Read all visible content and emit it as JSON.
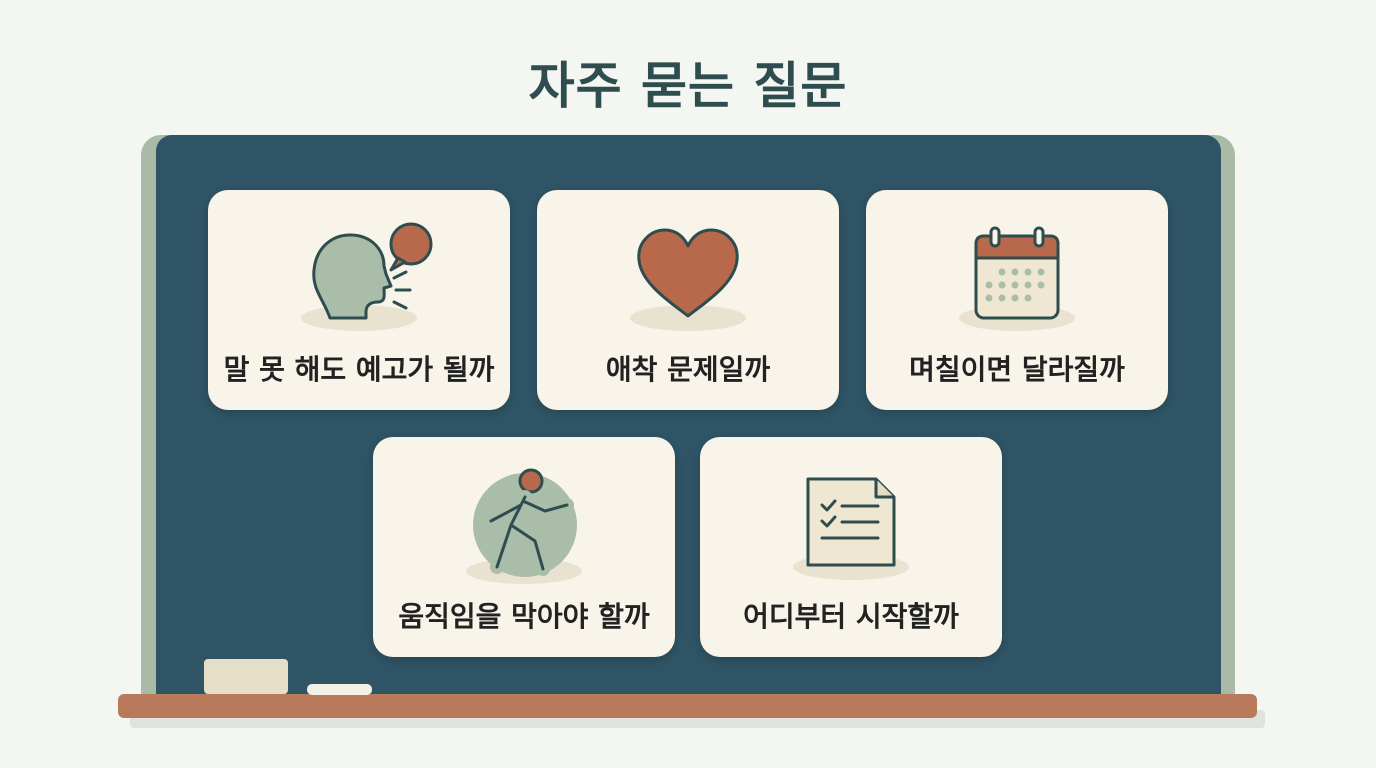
{
  "page": {
    "title": "자주 묻는 질문"
  },
  "cards": [
    {
      "label": "말 못 해도 예고가 될까",
      "icon": "speaking-head-icon"
    },
    {
      "label": "애착 문제일까",
      "icon": "heart-icon"
    },
    {
      "label": "며칠이면 달라질까",
      "icon": "calendar-icon"
    },
    {
      "label": "움직임을 막아야 할까",
      "icon": "walking-person-icon"
    },
    {
      "label": "어디부터 시작할까",
      "icon": "checklist-document-icon"
    }
  ],
  "colors": {
    "board": "#2f5465",
    "card": "#f8f4ea",
    "accent_terracotta": "#b8694b",
    "accent_sage": "#a9bda8",
    "title": "#2f4d4f"
  }
}
